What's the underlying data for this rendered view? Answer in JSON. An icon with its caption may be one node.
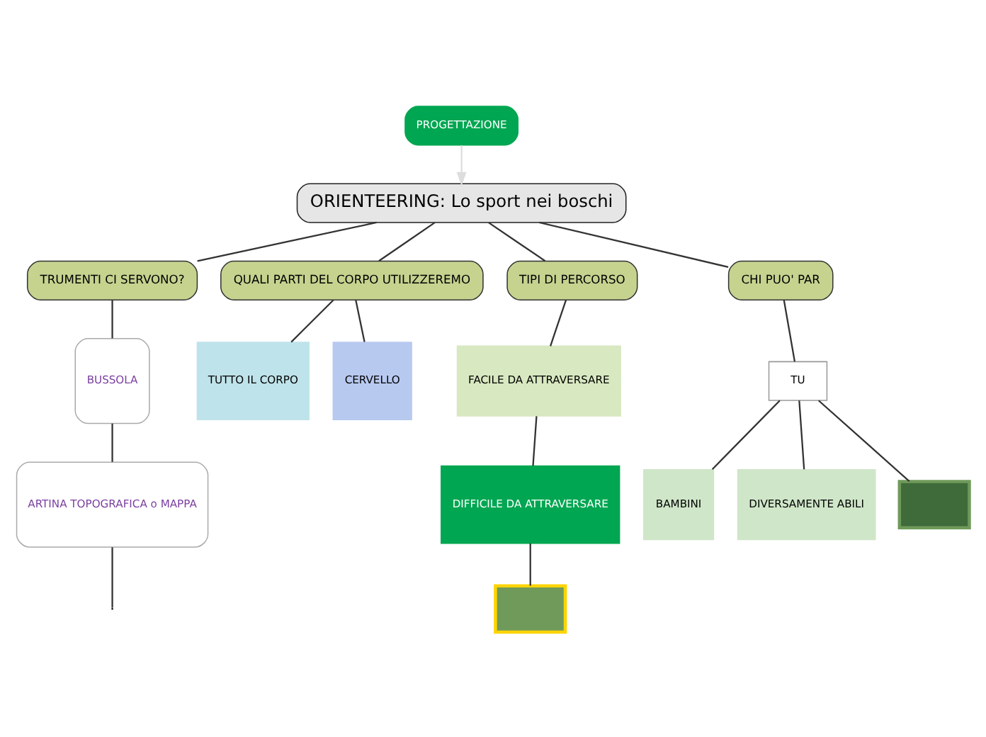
{
  "diagram": {
    "nodes": [
      {
        "text": [
          "PROGETTAZIONE"
        ]
      },
      {
        "text": [
          "ORIENTEERING: Lo sport nei boschi"
        ]
      },
      {
        "text": [
          "TRUMENTI CI SERVONO?"
        ]
      },
      {
        "text": [
          "QUALI PARTI DEL CORPO UTILIZZEREMO"
        ]
      },
      {
        "text": [
          "TIPI DI PERCORSO"
        ]
      },
      {
        "text": [
          "CHI PUO' PAR"
        ]
      },
      {
        "text": [
          "BUSSOLA"
        ]
      },
      {
        "text": [
          "ARTINA TOPOGRAFICA o MAPPA"
        ]
      },
      {
        "text": [
          "TUTTO IL CORPO"
        ]
      },
      {
        "text": [
          "CERVELLO"
        ]
      },
      {
        "text": [
          "FACILE DA ATTRAVERSARE"
        ]
      },
      {
        "text": [
          "DIFFICILE DA ATTRAVERSARE"
        ]
      },
      {
        "text": [],
        "shape": "box"
      },
      {
        "text": [
          "TU"
        ]
      },
      {
        "text": [
          "BAMBINI"
        ]
      },
      {
        "text": [
          "DIVERSAMENTE ABILI"
        ]
      },
      {
        "text": [],
        "shape": "box"
      }
    ],
    "edges": [
      {
        "from": 0,
        "to": 1,
        "arrow": "to",
        "color": "#dddddd"
      },
      {
        "from": 1,
        "to": 2,
        "arrow": "none"
      },
      {
        "from": 1,
        "to": 3,
        "arrow": "none"
      },
      {
        "from": 1,
        "to": 4,
        "arrow": "none"
      },
      {
        "from": 1,
        "to": 5,
        "arrow": "none"
      },
      {
        "from": 2,
        "to": 6,
        "arrow": "none"
      },
      {
        "from": 6,
        "to": 7,
        "arrow": "none"
      },
      {
        "from": 7,
        "to": null,
        "arrow": "none"
      },
      {
        "from": 3,
        "to": 8,
        "arrow": "none"
      },
      {
        "from": 3,
        "to": 9,
        "arrow": "none"
      },
      {
        "from": 4,
        "to": 10,
        "arrow": "none"
      },
      {
        "from": 10,
        "to": 11,
        "arrow": "none"
      },
      {
        "from": 11,
        "to": 12,
        "arrow": "none"
      },
      {
        "from": 5,
        "to": 13,
        "arrow": "none"
      },
      {
        "from": 13,
        "to": 14,
        "arrow": "none"
      },
      {
        "from": 13,
        "to": 15,
        "arrow": "none"
      },
      {
        "from": 13,
        "to": 16,
        "arrow": "none"
      }
    ]
  }
}
